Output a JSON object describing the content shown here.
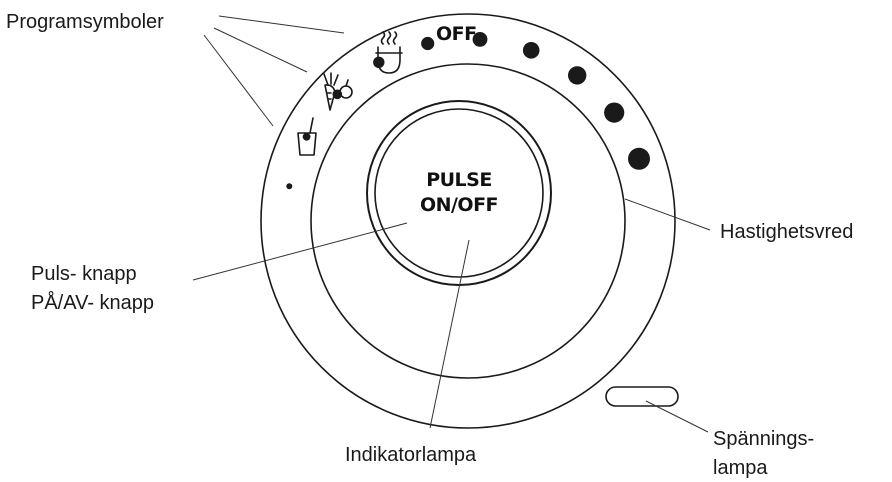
{
  "labels": {
    "program_symbols": "Programsymboler",
    "speed_dial": "Hastighetsvred",
    "pulse_button_line1": "Puls- knapp",
    "pulse_button_line2": "PÅ/AV- knapp",
    "indicator_lamp": "Indikatorlampa",
    "power_lamp_line1": "Spännings-",
    "power_lamp_line2": "lampa"
  },
  "dial": {
    "off_label": "OFF",
    "center_line1": "PULSE",
    "center_line2": "ON/OFF",
    "speed_steps": 10
  },
  "icons": [
    "soup-bowl-icon",
    "carrot-apple-icon",
    "smoothie-cup-icon"
  ],
  "colors": {
    "ink": "#1a1a1a",
    "background": "#ffffff"
  }
}
